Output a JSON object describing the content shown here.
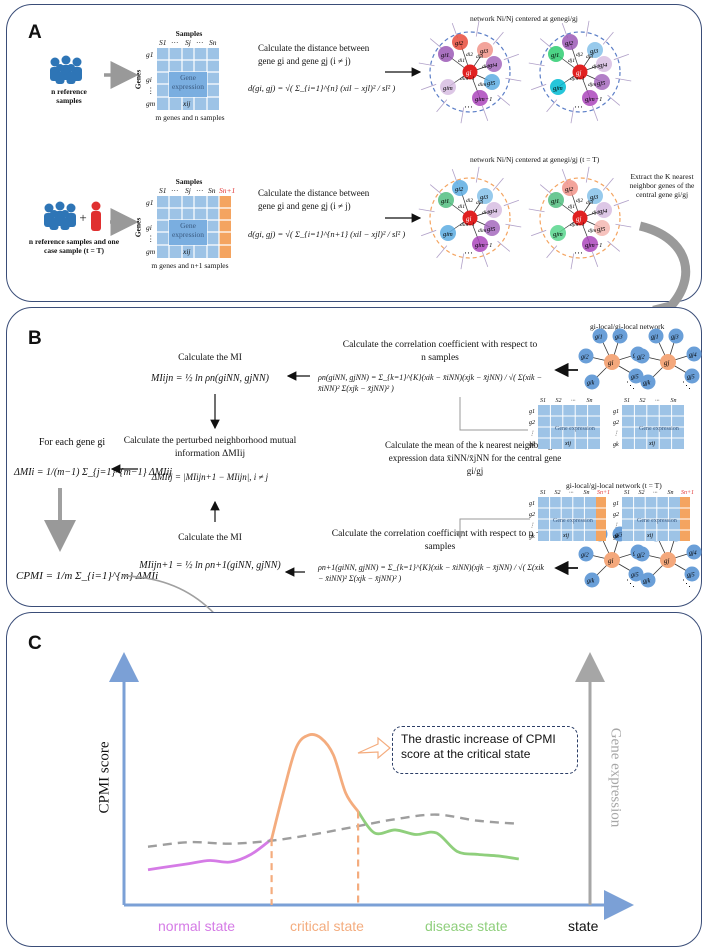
{
  "panels": {
    "a": "A",
    "b": "B",
    "c": "C"
  },
  "colors": {
    "border": "#3a4d78",
    "normal": "#d57be6",
    "critical": "#f4ac7e",
    "disease": "#8fcf7c",
    "dashed": "#9e9e9e",
    "axis": "#7ba0d6",
    "gene_axis": "#a6a6a6",
    "grid_blue": "#5b9bd5",
    "case_orange": "#f4a460",
    "person_blue": "#2e75b6",
    "person_red": "#e03030"
  },
  "panel_a": {
    "row1": {
      "people_label": "n reference samples",
      "matrix_samples": "Samples",
      "matrix_genes": "Genes",
      "matrix_cols": [
        "S1",
        "···",
        "Sj",
        "···",
        "Sn"
      ],
      "matrix_rows": [
        "g1",
        "gi",
        "⋮",
        "gm"
      ],
      "matrix_inner": "Gene expression",
      "matrix_x": "xij",
      "matrix_caption": "m genes and n samples",
      "calc": "Calculate the distance between gene gi and gene gj (i ≠ j)",
      "formula": "d(gi, gj) = √( Σ_{i=1}^{n} (xil − xjl)² / sl² )",
      "network_title": "network Ni/Nj centered at genegi/gj",
      "net1_nodes": [
        "gi1",
        "gi2",
        "gi3",
        "gi4",
        "gi5",
        "gim",
        "gim−1",
        "gi"
      ],
      "net2_nodes": [
        "gj1",
        "gj2",
        "gj3",
        "gj4",
        "gj5",
        "gjm",
        "gjm−1",
        "gj"
      ],
      "net1_dist": [
        "di1",
        "di2",
        "di3",
        "di4",
        "dim",
        "dim−1"
      ],
      "net2_dist": [
        "dj1",
        "dj2",
        "dj3",
        "dj4",
        "djm",
        "djm−1"
      ],
      "ellipsis": "···"
    },
    "row2": {
      "people_label": "n reference samples and one case sample (t = T)",
      "plus": "+",
      "matrix_samples": "Samples",
      "matrix_genes": "Genes",
      "matrix_cols": [
        "S1",
        "···",
        "Sj",
        "···",
        "Sn",
        "Sn+1"
      ],
      "matrix_rows": [
        "g1",
        "gi",
        "⋮",
        "gm"
      ],
      "matrix_inner": "Gene expression",
      "matrix_x": "xij",
      "matrix_caption": "m genes and n+1 samples",
      "calc": "Calculate the distance between gene gi and gene gj (i ≠ j)",
      "formula": "d(gi, gj) = √( Σ_{i=1}^{n+1} (xil − xjl)² / sl² )",
      "network_title": "network Ni/Nj centered at genegi/gj (t = T)",
      "extract": "Extract the K nearest neighbor genes of the central gene gi/gj",
      "net1_nodes": [
        "gi1",
        "gi2",
        "gi3",
        "gi4",
        "gi5",
        "gim",
        "gim−1",
        "gi"
      ],
      "net2_nodes": [
        "gj1",
        "gj2",
        "gj3",
        "gj4",
        "gj5",
        "gjm",
        "gjm−1",
        "gj"
      ],
      "net1_dist": [
        "di1",
        "di2",
        "di3",
        "di4",
        "dim",
        "dim−1"
      ],
      "net2_dist": [
        "dj1",
        "dj2",
        "dj3",
        "dj4",
        "djm",
        "djm−1"
      ],
      "ellipsis": "···"
    }
  },
  "panel_b": {
    "local_net_title": "gi-local/gj-local network",
    "local_net_title_T": "gi-local/gj-local network (t = T)",
    "corr_n": "Calculate the correlation coefficient with respect to n samples",
    "corr_n_formula": "ρn(giNN, gjNN) = Σ_{k=1}^{K}(xik − x̄iNN)(xjk − x̄jNN) / √( Σ(xik − x̄iNN)² Σ(xjk − x̄jNN)² )",
    "mi_title": "Calculate the MI",
    "mi_n": "MIijn = ½ ln ρn(giNN, gjNN)",
    "mean_text": "Calculate the mean of the k nearest neighbor gene expression data x̄iNN/x̄jNN for the central gene gi/gj",
    "perturbed_title": "Calculate the perturbed neighborhood mutual information ΔMIij",
    "perturbed_formula": "ΔMIij = |MIijn+1 − MIijn|, i ≠ j",
    "each_gene": "For each gene gi",
    "dmi_formula": "ΔMIi = 1/(m−1) Σ_{j=1}^{m−1} ΔMIij",
    "cpmi_formula": "CPMI = 1/m Σ_{i=1}^{m} ΔMIi",
    "mi_title2": "Calculate the MI",
    "mi_n1": "MIijn+1 = ½ ln ρn+1(giNN, gjNN)",
    "corr_n1": "Calculate the correlation coefficient with respect to n + 1 samples",
    "corr_n1_formula": "ρn+1(giNN, gjNN) = Σ_{k=1}^{K}(xik − x̄iNN)(xjk − x̄jNN) / √( Σ(xik − x̄iNN)² Σ(xjk − x̄jNN)² )",
    "grid_cols_a": [
      "S1",
      "S2",
      "···",
      "Sn"
    ],
    "grid_cols_b": [
      "S1",
      "S2",
      "···",
      "Sn",
      "Sn+1"
    ],
    "grid_rows": [
      "g1",
      "g2",
      "⋮",
      "gk"
    ],
    "grid_inner": "Gene expression",
    "grid_x": "xij",
    "local_nodes_i": [
      "gi1",
      "gi2",
      "gi3",
      "gi4",
      "gi5",
      "gik"
    ],
    "local_nodes_j": [
      "gj1",
      "gj2",
      "gj3",
      "gj4",
      "gj5",
      "gjk"
    ],
    "center_i": "gi",
    "center_j": "gj",
    "ellipsis": "⋱"
  },
  "panel_c": {
    "y_label": "CPMI score",
    "y2_label": "Gene expression",
    "x_label": "state",
    "callout": "The drastic increase of CPMI score at the critical state",
    "states": [
      "normal state",
      "critical state",
      "disease state"
    ]
  },
  "chart_data": {
    "type": "line",
    "title": "",
    "xlabel": "state",
    "ylabel": "CPMI score",
    "y2label": "Gene expression",
    "categories": [
      "normal state",
      "critical state",
      "disease state"
    ],
    "series": [
      {
        "name": "",
        "segment": "normal state",
        "x": [
          0.0,
          0.05,
          0.1,
          0.15,
          0.2,
          0.25,
          0.3
        ],
        "y": [
          0.1,
          0.12,
          0.14,
          0.16,
          0.15,
          0.2,
          0.3
        ]
      },
      {
        "name": "",
        "segment": "critical state",
        "x": [
          0.3,
          0.33,
          0.36,
          0.39,
          0.42,
          0.45,
          0.48,
          0.51
        ],
        "y": [
          0.3,
          0.62,
          0.9,
          0.98,
          0.96,
          0.85,
          0.6,
          0.48
        ]
      },
      {
        "name": "",
        "segment": "disease state",
        "x": [
          0.51,
          0.55,
          0.6,
          0.65,
          0.7,
          0.75,
          0.8,
          0.85,
          0.9
        ],
        "y": [
          0.48,
          0.34,
          0.36,
          0.33,
          0.34,
          0.22,
          0.2,
          0.19,
          0.17
        ]
      },
      {
        "name": "",
        "style": "dashed",
        "x": [
          0.0,
          0.1,
          0.2,
          0.3,
          0.4,
          0.5,
          0.6,
          0.7,
          0.8,
          0.9
        ],
        "y": [
          0.25,
          0.28,
          0.27,
          0.29,
          0.33,
          0.38,
          0.43,
          0.46,
          0.42,
          0.4
        ]
      }
    ],
    "xlim": [
      0,
      1
    ],
    "ylim": [
      0,
      1
    ],
    "critical_bounds": [
      0.3,
      0.51
    ],
    "grid": false
  }
}
